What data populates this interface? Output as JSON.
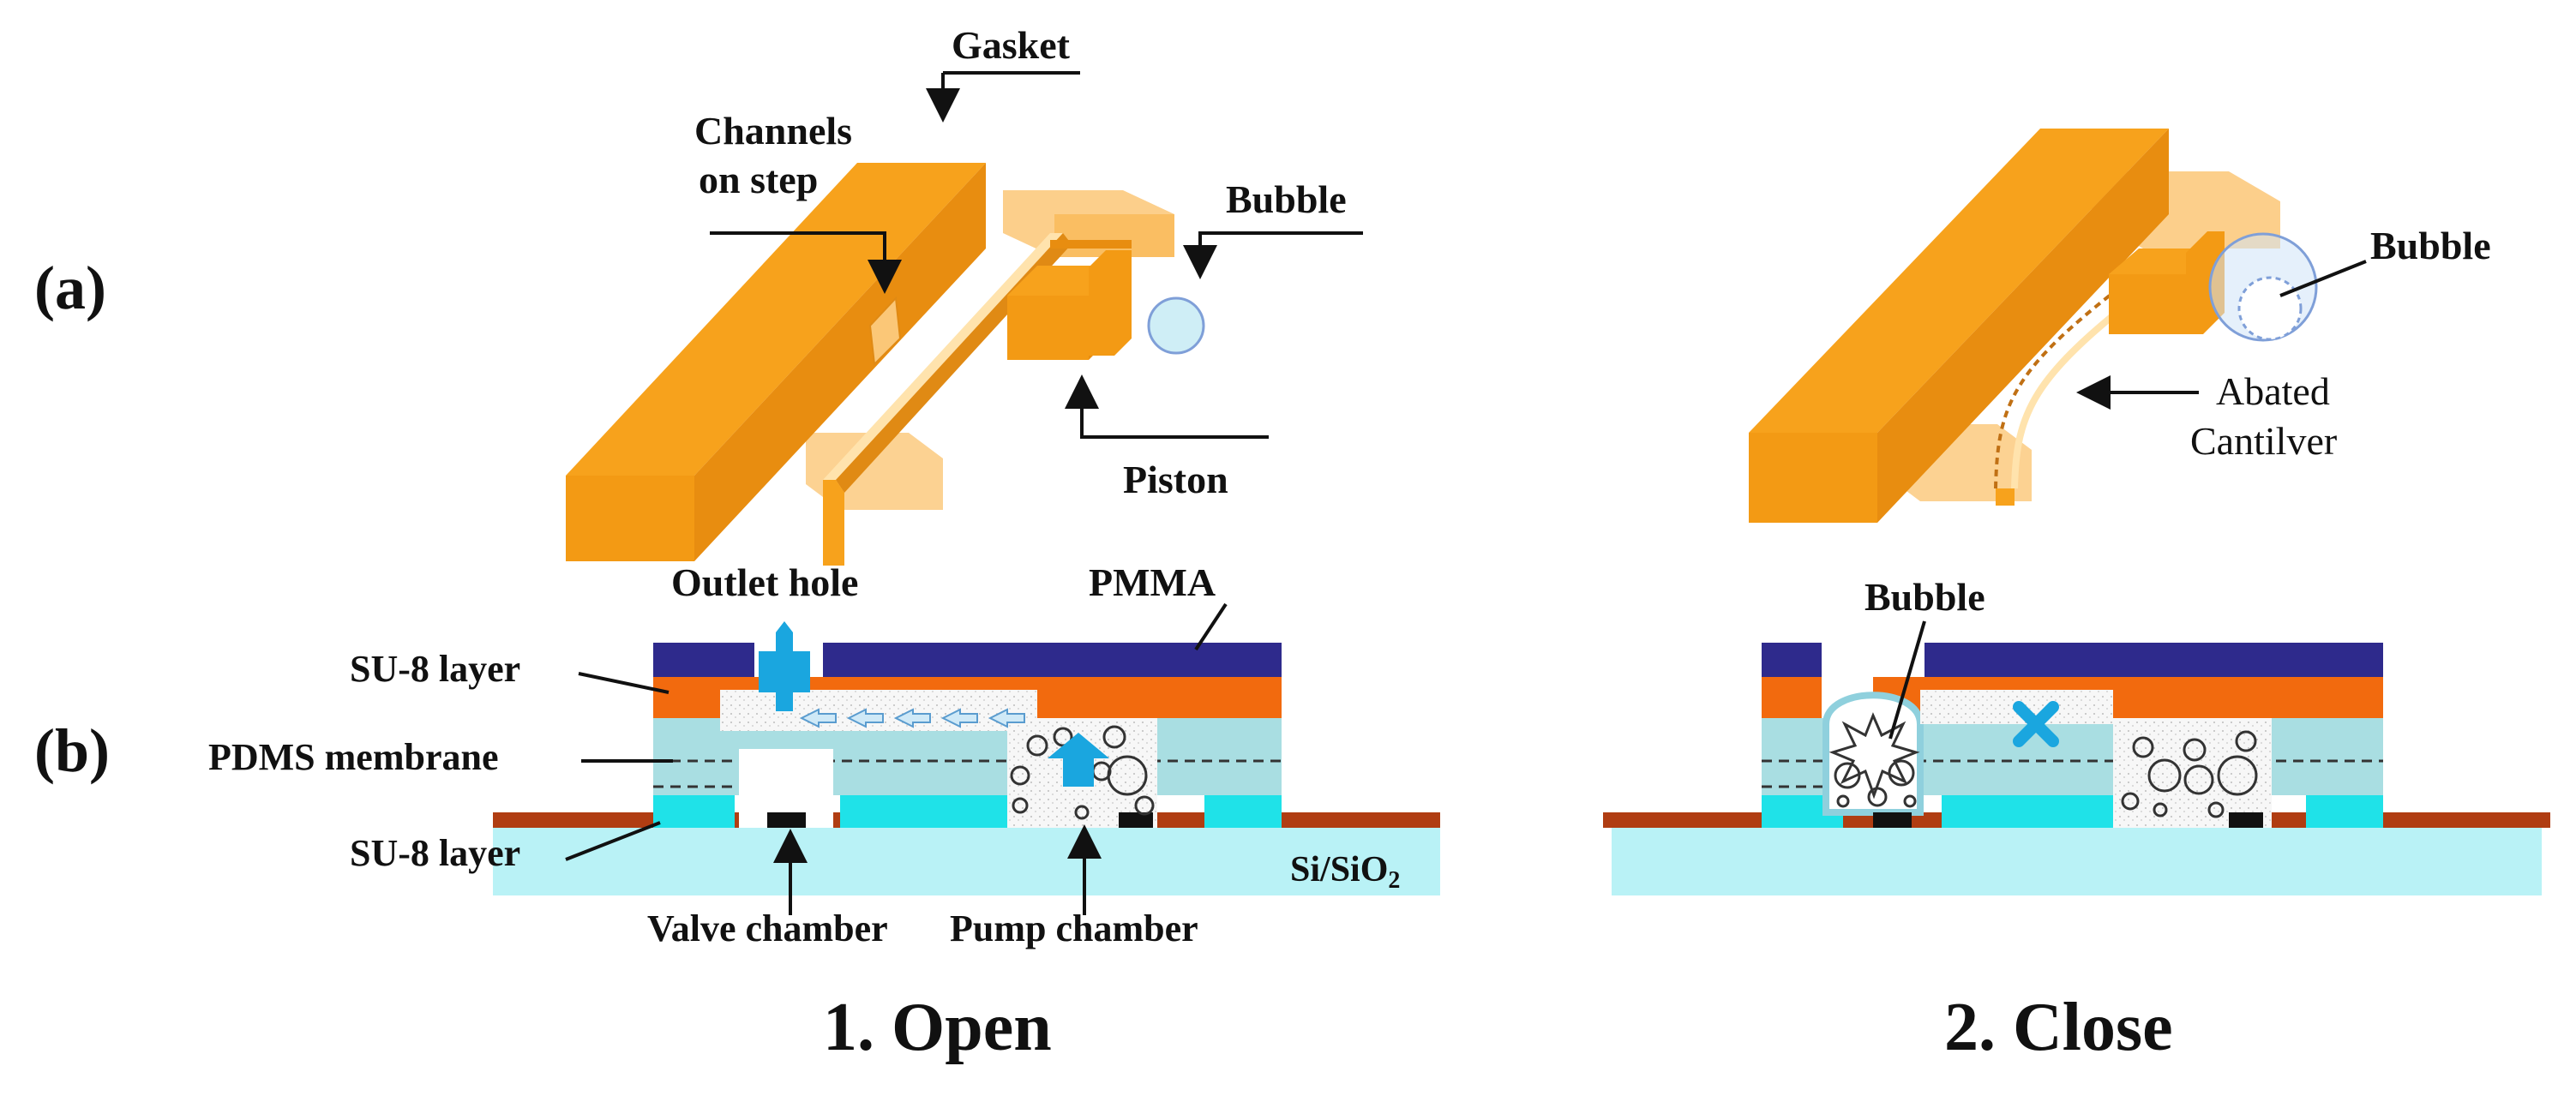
{
  "panel_labels": {
    "a": "(a)",
    "b": "(b)"
  },
  "open": {
    "caption": "1. Open",
    "gasket": "Gasket",
    "channels_line1": "Channels",
    "channels_line2": "on step",
    "bubble": "Bubble",
    "piston": "Piston",
    "outlet_hole": "Outlet hole",
    "pmma": "PMMA",
    "su8_top": "SU-8 layer",
    "pdms": "PDMS membrane",
    "su8_bottom": "SU-8 layer",
    "substrate_prefix": "Si/SiO",
    "substrate_sub": "2",
    "valve_chamber": "Valve chamber",
    "pump_chamber": "Pump chamber"
  },
  "close": {
    "caption": "2. Close",
    "bubble_3d": "Bubble",
    "abated_line1": "Abated",
    "abated_line2": "Cantilver",
    "bubble_section": "Bubble"
  },
  "colors": {
    "orange": "#f7a21c",
    "orange_dark": "#e58a10",
    "orange_light": "#fbc777",
    "pmma_navy": "#2e2a8c",
    "su8_orange": "#f26a0e",
    "pdms_teal": "#a9dee2",
    "cyan": "#1fe2e8",
    "substrate": "#b9f2f6",
    "oxide_brown": "#b03d12",
    "arrow_blue": "#1aa6df"
  }
}
